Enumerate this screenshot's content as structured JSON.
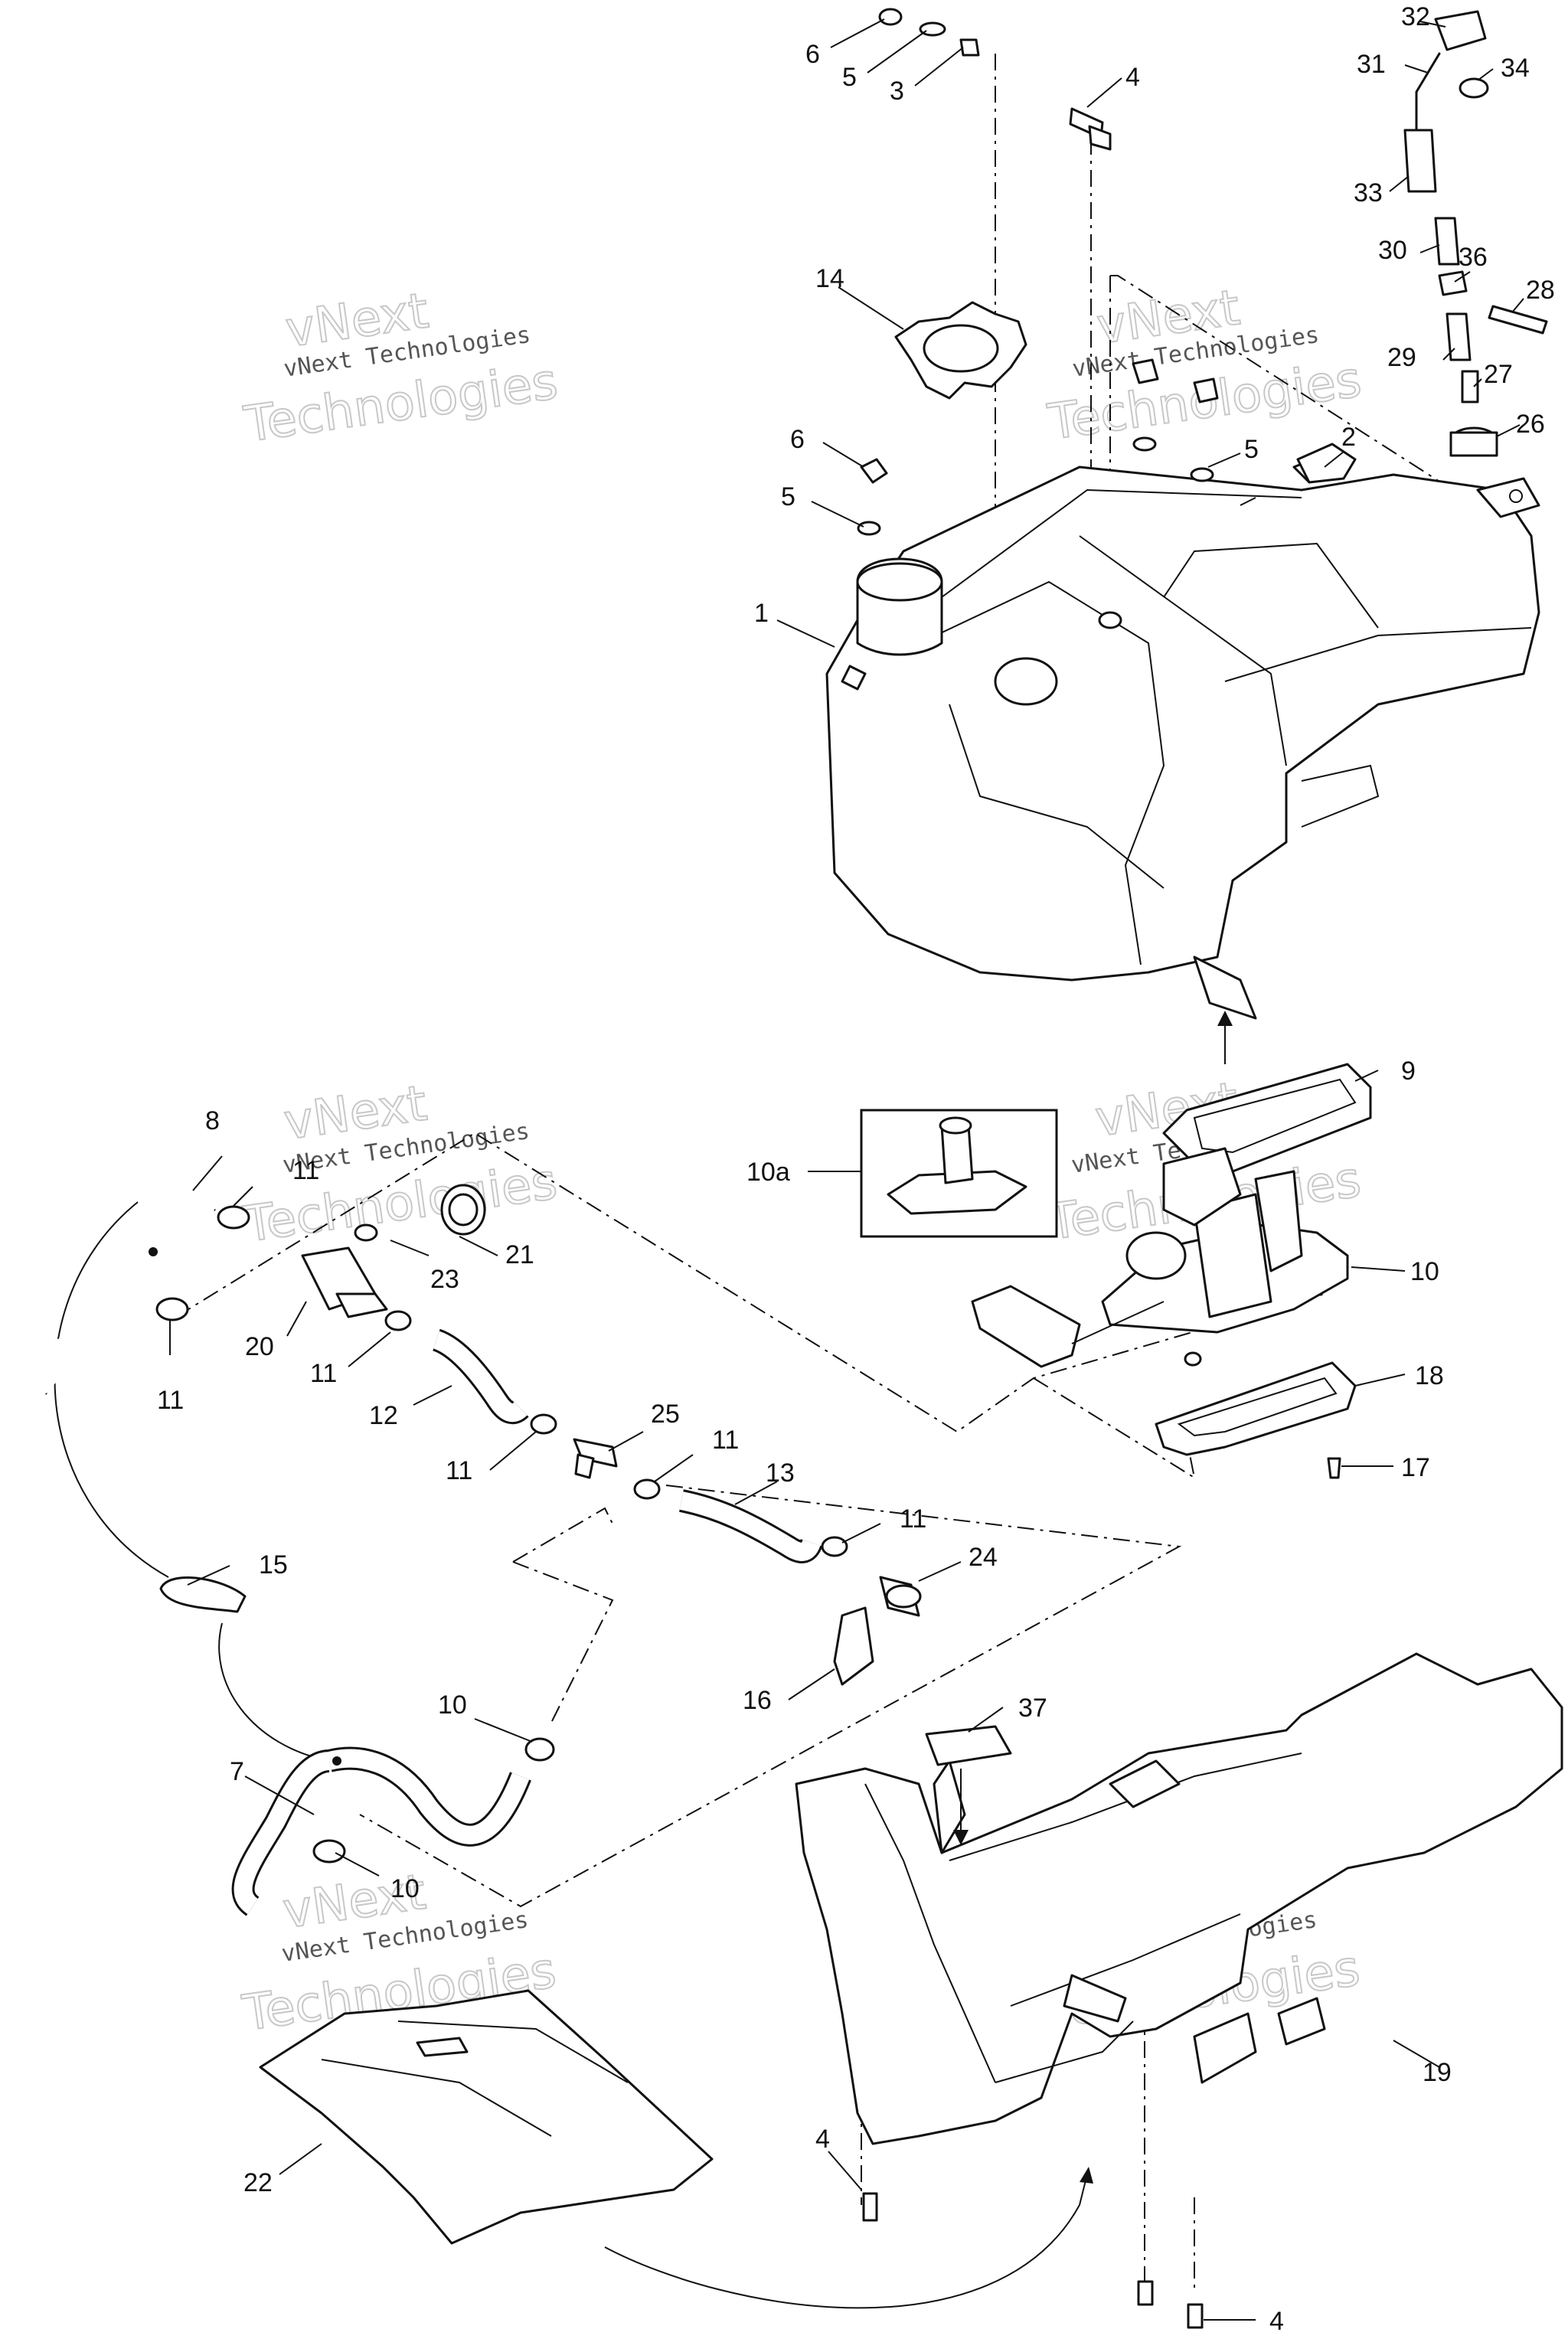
{
  "callouts": {
    "c1": "1",
    "c2": "2",
    "c3": "3",
    "c4a": "4",
    "c4b": "4",
    "c4c": "4",
    "c5a": "5",
    "c5b": "5",
    "c5c": "5",
    "c6a": "6",
    "c6b": "6",
    "c7": "7",
    "c8": "8",
    "c9": "9",
    "c10": "10",
    "c10a": "10a",
    "c10b": "10",
    "c10c": "10",
    "c11a": "11",
    "c11b": "11",
    "c11c": "11",
    "c11d": "11",
    "c11e": "11",
    "c11f": "11",
    "c12": "12",
    "c13": "13",
    "c14": "14",
    "c15": "15",
    "c16": "16",
    "c17": "17",
    "c18": "18",
    "c19": "19",
    "c20": "20",
    "c21": "21",
    "c22": "22",
    "c23": "23",
    "c24": "24",
    "c25": "25",
    "c26": "26",
    "c27": "27",
    "c28": "28",
    "c29": "29",
    "c30": "30",
    "c31": "31",
    "c32": "32",
    "c33": "33",
    "c34": "34",
    "c36": "36",
    "c37": "37"
  },
  "watermark": {
    "small": "vNext Technologies",
    "big": "Technologies",
    "top": "vNext"
  }
}
